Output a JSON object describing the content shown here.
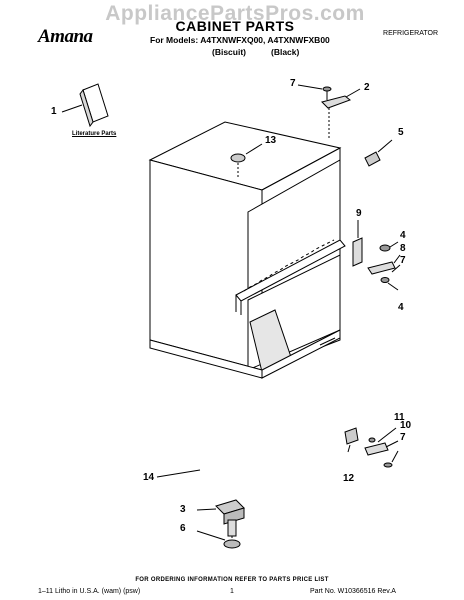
{
  "watermark": "AppliancePartsPros.com",
  "brand": "Amana",
  "header": {
    "title": "CABINET PARTS",
    "models_line": "For Models: A4TXNWFXQ00, A4TXNWFXB00",
    "variant_1": "(Biscuit)",
    "variant_2": "(Black)",
    "category": "REFRIGERATOR"
  },
  "literature_label": "Literature Parts",
  "callouts": [
    "1",
    "2",
    "3",
    "4",
    "4",
    "5",
    "6",
    "7",
    "7",
    "7",
    "8",
    "9",
    "10",
    "11",
    "12",
    "13",
    "14"
  ],
  "footer": {
    "notice": "FOR ORDERING INFORMATION REFER TO PARTS PRICE LIST",
    "left": "1–11 Litho in U.S.A. (wam) (psw)",
    "page": "1",
    "right": "Part No. W10366516 Rev.A"
  }
}
